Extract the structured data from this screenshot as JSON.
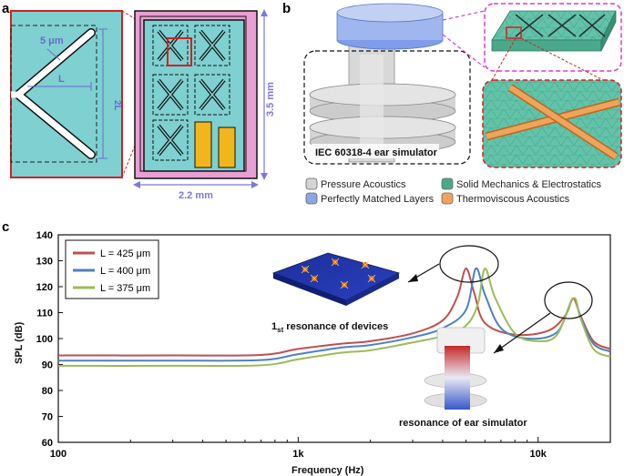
{
  "panel_a": {
    "letter": "a",
    "zoom_width_label": "5 μm",
    "zoom_length_label": "L",
    "zoom_height_label": "2L",
    "chip_height_label": "3.5 mm",
    "chip_width_label": "2.2 mm"
  },
  "panel_b": {
    "letter": "b",
    "simulator_label": "IEC 60318-4 ear simulator",
    "legend": [
      {
        "label": "Pressure Acoustics",
        "color": "#d4d4d4"
      },
      {
        "label": "Solid Mechanics & Electrostatics",
        "color": "#4aa98a"
      },
      {
        "label": "Perfectly Matched Layers",
        "color": "#8aa6e6"
      },
      {
        "label": "Thermoviscous Acoustics",
        "color": "#f0a35a"
      }
    ]
  },
  "panel_c": {
    "letter": "c",
    "annotation_devices_main": "1",
    "annotation_devices_sub": "st",
    "annotation_devices_rest": " resonance of devices",
    "annotation_ear": "resonance of ear simulator"
  },
  "chart_data": {
    "type": "line",
    "xlabel": "Frequency (Hz)",
    "ylabel": "SPL (dB)",
    "xscale": "log",
    "xlim": [
      100,
      20000
    ],
    "ylim": [
      60,
      140
    ],
    "xticks": [
      100,
      1000,
      10000
    ],
    "xtick_labels": [
      "100",
      "1k",
      "10k"
    ],
    "yticks": [
      60,
      70,
      80,
      90,
      100,
      110,
      120,
      130,
      140
    ],
    "legend_position": "top-left",
    "series": [
      {
        "name": "L = 425 μm",
        "color": "#c0504d",
        "points": [
          [
            100,
            93.5
          ],
          [
            300,
            93.5
          ],
          [
            700,
            93.7
          ],
          [
            1000,
            96.0
          ],
          [
            1500,
            98.0
          ],
          [
            2000,
            99.0
          ],
          [
            3000,
            102.0
          ],
          [
            4000,
            107.0
          ],
          [
            4600,
            116.0
          ],
          [
            5000,
            127.0
          ],
          [
            5400,
            118.0
          ],
          [
            6000,
            106.0
          ],
          [
            8000,
            101.5
          ],
          [
            11000,
            103.0
          ],
          [
            13000,
            109.0
          ],
          [
            14000,
            115.5
          ],
          [
            15000,
            109.0
          ],
          [
            17000,
            99.0
          ],
          [
            20000,
            96.0
          ]
        ]
      },
      {
        "name": "L = 400 μm",
        "color": "#4f81bd",
        "points": [
          [
            100,
            91.5
          ],
          [
            300,
            91.5
          ],
          [
            700,
            91.7
          ],
          [
            1000,
            94.0
          ],
          [
            1500,
            96.5
          ],
          [
            2000,
            97.5
          ],
          [
            3000,
            100.5
          ],
          [
            4000,
            104.0
          ],
          [
            5000,
            111.0
          ],
          [
            5500,
            127.0
          ],
          [
            6000,
            117.0
          ],
          [
            7000,
            104.0
          ],
          [
            9000,
            100.0
          ],
          [
            12000,
            102.5
          ],
          [
            14000,
            115.5
          ],
          [
            15000,
            108.5
          ],
          [
            17000,
            98.0
          ],
          [
            20000,
            95.0
          ]
        ]
      },
      {
        "name": "L = 375 μm",
        "color": "#9bbb59",
        "points": [
          [
            100,
            89.5
          ],
          [
            300,
            89.5
          ],
          [
            700,
            89.7
          ],
          [
            1000,
            92.0
          ],
          [
            1500,
            94.5
          ],
          [
            2000,
            95.5
          ],
          [
            3000,
            98.5
          ],
          [
            4000,
            101.0
          ],
          [
            5000,
            105.0
          ],
          [
            5600,
            113.0
          ],
          [
            6000,
            127.0
          ],
          [
            6600,
            116.0
          ],
          [
            8000,
            102.0
          ],
          [
            10000,
            99.0
          ],
          [
            12000,
            101.5
          ],
          [
            14000,
            115.5
          ],
          [
            15000,
            108.0
          ],
          [
            17000,
            96.0
          ],
          [
            20000,
            93.0
          ]
        ]
      }
    ]
  }
}
